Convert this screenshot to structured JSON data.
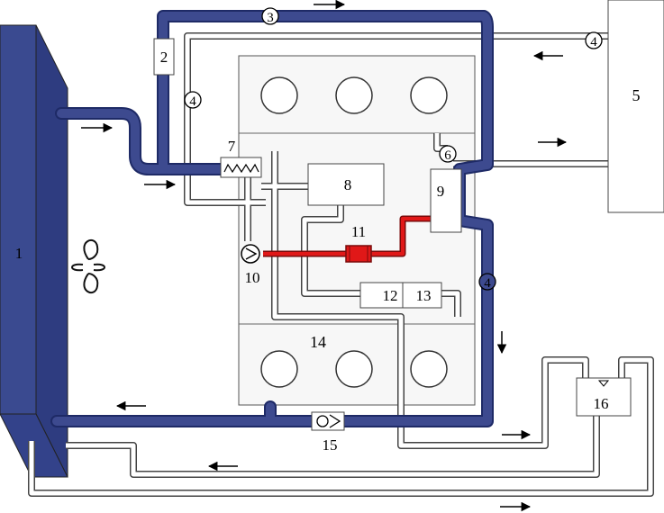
{
  "labels": {
    "radiator": "1",
    "component_2": "2",
    "pipe_3": "3",
    "pipe_4_top": "4",
    "pipe_4_left": "4",
    "pipe_4_right": "4",
    "heater": "5",
    "component_6": "6",
    "thermostat_7": "7",
    "component_8": "8",
    "component_9": "9",
    "pump_10": "10",
    "valve_11": "11",
    "component_12": "12",
    "component_13": "13",
    "engine_14": "14",
    "valve_15": "15",
    "tank_16": "16"
  },
  "colors": {
    "coolant_blue": "#3d4a8f",
    "radiator_blue": "#3a4a90",
    "hot_red": "#e01818",
    "outline": "#444444"
  },
  "icons": [
    "fan-icon",
    "pump-icon",
    "check-valve-icon",
    "float-valve-icon",
    "flow-arrow-icon"
  ]
}
